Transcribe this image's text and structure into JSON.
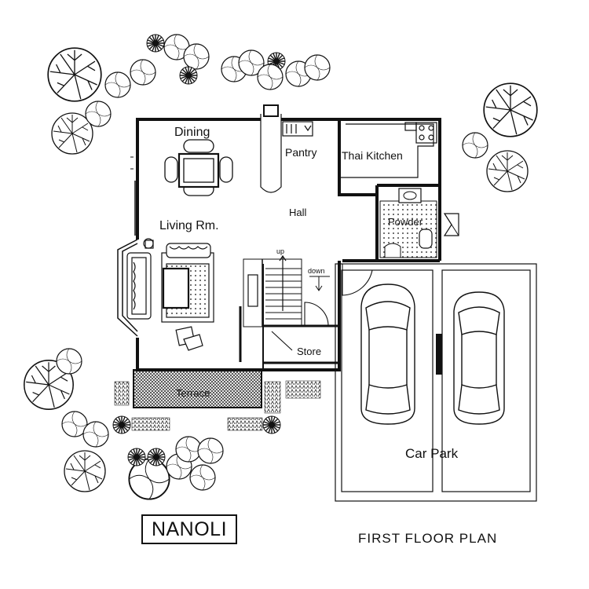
{
  "rooms": {
    "dining": "Dining",
    "pantry": "Pantry",
    "thai_kitchen": "Thai Kitchen",
    "hall": "Hall",
    "living": "Living Rm.",
    "powder": "Powder",
    "up": "up",
    "down": "down",
    "store": "Store",
    "terrace": "Terrace",
    "car_park": "Car Park"
  },
  "project_name": "NANOLI",
  "plan_title": "FIRST FLOOR PLAN"
}
